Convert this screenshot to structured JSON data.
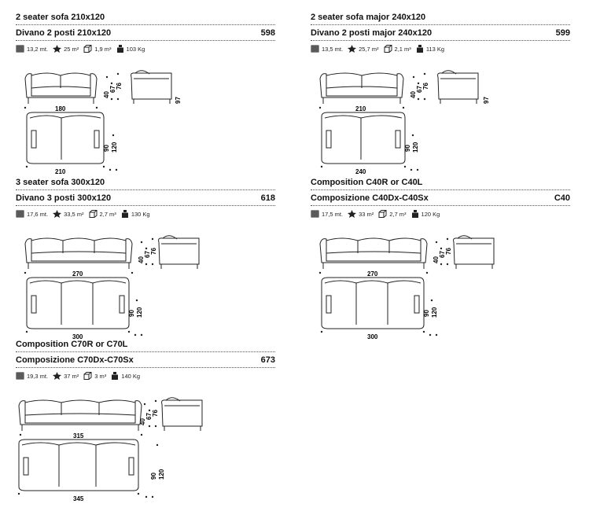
{
  "items": [
    {
      "title_en": "2 seater sofa 210x120",
      "title_it": "Divano 2 posti 210x120",
      "code": "598",
      "fabric": "13,2 mt.",
      "leather": "25 m²",
      "volume": "1,9 m³",
      "weight": "103 Kg",
      "dims": {
        "front_width": "180",
        "top_width": "210",
        "h_seat": "40",
        "h_arm": "67",
        "h_back": "76",
        "side_depth": "97",
        "depth_seat": "90",
        "depth_total": "120"
      }
    },
    {
      "title_en": "2 seater sofa major  240x120",
      "title_it": "Divano 2 posti major  240x120",
      "code": "599",
      "fabric": "13,5 mt.",
      "leather": "25,7 m²",
      "volume": "2,1 m³",
      "weight": "113 Kg",
      "dims": {
        "front_width": "210",
        "top_width": "240",
        "h_seat": "40",
        "h_arm": "67",
        "h_back": "76",
        "side_depth": "97",
        "depth_seat": "90",
        "depth_total": "120"
      }
    },
    {
      "title_en": "3 seater sofa 300x120",
      "title_it": "Divano 3 posti 300x120",
      "code": "618",
      "fabric": "17,6 mt.",
      "leather": "33,5 m²",
      "volume": "2,7 m³",
      "weight": "130 Kg",
      "dims": {
        "front_width": "270",
        "top_width": "300",
        "h_seat": "40",
        "h_arm": "67",
        "h_back": "76",
        "depth_seat": "90",
        "depth_total": "120"
      }
    },
    {
      "title_en": "Composition C40R or C40L",
      "title_it": "Composizione C40Dx-C40Sx",
      "code": "C40",
      "fabric": "17,5 mt.",
      "leather": "33 m²",
      "volume": "2,7 m³",
      "weight": "120 Kg",
      "dims": {
        "front_width": "270",
        "top_width": "300",
        "h_seat": "40",
        "h_arm": "67",
        "h_back": "76",
        "depth_seat": "90",
        "depth_total": "120"
      }
    },
    {
      "title_en": "Composition C70R or C70L",
      "title_it": "Composizione C70Dx-C70Sx",
      "code": "673",
      "fabric": "19,3 mt.",
      "leather": "37 m²",
      "volume": "3 m³",
      "weight": "140 Kg",
      "dims": {
        "front_width": "315",
        "top_width": "345",
        "h_seat": "40",
        "h_arm": "67",
        "h_back": "76",
        "depth_seat": "90",
        "depth_total": "120"
      }
    }
  ],
  "icons": {
    "fabric": "fabric-roll-icon",
    "leather": "hide-icon",
    "volume": "box-icon",
    "weight": "weight-icon"
  }
}
